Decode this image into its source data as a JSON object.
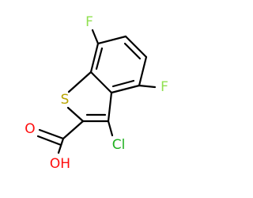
{
  "molecule": {
    "atoms": {
      "fluorine_top": {
        "symbol": "F",
        "color": "#90e050"
      },
      "fluorine_right": {
        "symbol": "F",
        "color": "#90e050"
      },
      "sulfur": {
        "symbol": "S",
        "color": "#b8a400"
      },
      "chlorine": {
        "symbol": "Cl",
        "color": "#1fb01f"
      },
      "oxygen_carbonyl": {
        "symbol": "O",
        "color": "#ff0d0d"
      },
      "hydroxyl": {
        "symbol": "OH",
        "color": "#ff0d0d"
      }
    },
    "bond_color": "#000000"
  }
}
